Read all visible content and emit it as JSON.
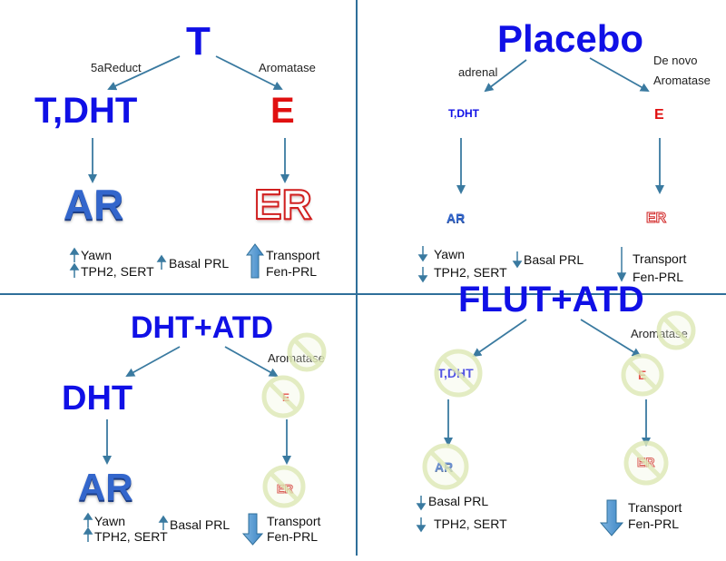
{
  "quadrants": {
    "q1": {
      "top": "T",
      "left_enzyme": "5aReduct",
      "right_enzyme": "Aromatase",
      "left_hormone": "T,DHT",
      "right_hormone": "E",
      "left_receptor": "AR",
      "right_receptor": "ER",
      "effects": {
        "yawn": "Yawn",
        "tph2": "TPH2, SERT",
        "basal": "Basal PRL",
        "transport": "Transport",
        "fenprl": "Fen-PRL"
      }
    },
    "q2": {
      "top": "Placebo",
      "left_enzyme": "adrenal",
      "right_enzyme_line1": "De novo",
      "right_enzyme_line2": "Aromatase",
      "left_hormone": "T,DHT",
      "right_hormone": "E",
      "left_receptor": "AR",
      "right_receptor": "ER",
      "effects": {
        "yawn": "Yawn",
        "tph2": "TPH2, SERT",
        "basal": "Basal PRL",
        "transport": "Transport",
        "fenprl": "Fen-PRL"
      }
    },
    "q3": {
      "top": "DHT+ATD",
      "right_enzyme": "Aromatase",
      "left_hormone": "DHT",
      "right_hormone": "E",
      "left_receptor": "AR",
      "right_receptor": "ER",
      "effects": {
        "yawn": "Yawn",
        "tph2": "TPH2, SERT",
        "basal": "Basal PRL",
        "transport": "Transport",
        "fenprl": "Fen-PRL"
      }
    },
    "q4": {
      "top": "FLUT+ATD",
      "right_enzyme": "Aromatase",
      "left_hormone": "T,DHT",
      "right_hormone": "E",
      "left_receptor": "AR",
      "right_receptor": "ER",
      "effects": {
        "basal": "Basal PRL",
        "tph2": "TPH2, SERT",
        "transport": "Transport",
        "fenprl": "Fen-PRL"
      }
    }
  },
  "colors": {
    "hormone_blue": "#1010e6",
    "estrogen_red": "#e01010",
    "arrow_steel": "#3a7aa0",
    "divider": "#2f6f9a",
    "ban_ring": "#dfe9b8"
  }
}
